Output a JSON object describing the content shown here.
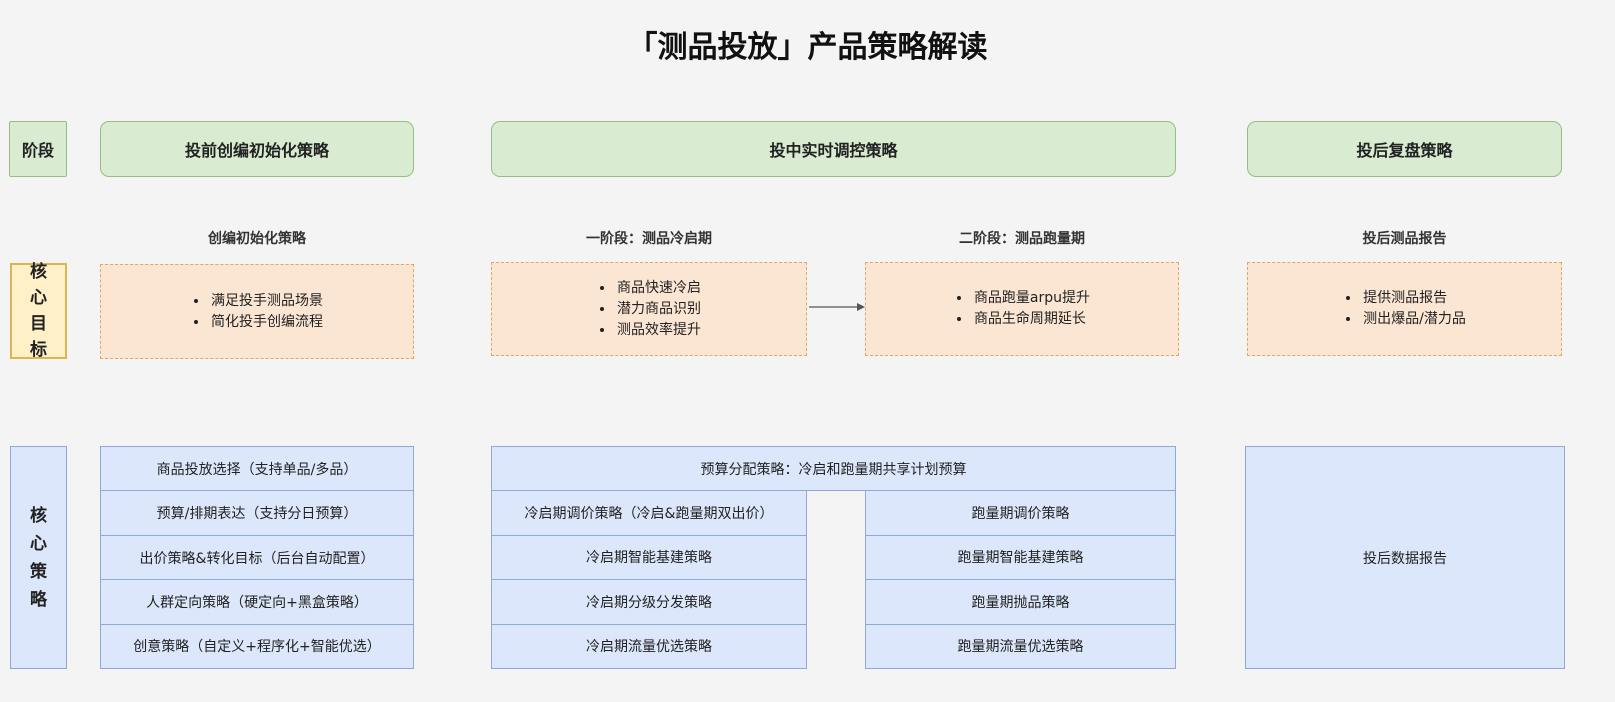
{
  "title": "「测品投放」产品策略解读",
  "row_labels": {
    "stage": "阶段",
    "goal": [
      "核",
      "心",
      "目",
      "标"
    ],
    "strategy": [
      "核",
      "心",
      "策",
      "略"
    ]
  },
  "stages": {
    "pre": "投前创编初始化策略",
    "mid": "投中实时调控策略",
    "post": "投后复盘策略"
  },
  "subtitles": {
    "pre": "创编初始化策略",
    "mid1": "一阶段：测品冷启期",
    "mid2": "二阶段：测品跑量期",
    "post": "投后测品报告"
  },
  "goals": {
    "pre": [
      "满足投手测品场景",
      "简化投手创编流程"
    ],
    "mid1": [
      "商品快速冷启",
      "潜力商品识别",
      "测品效率提升"
    ],
    "mid2": [
      "商品跑量arpu提升",
      "商品生命周期延长"
    ],
    "post": [
      "提供测品报告",
      "测出爆品/潜力品"
    ]
  },
  "strategies": {
    "pre": [
      "商品投放选择（支持单品/多品）",
      "预算/排期表达（支持分日预算）",
      "出价策略&转化目标（后台自动配置）",
      "人群定向策略（硬定向+黑盒策略）",
      "创意策略（自定义+程序化+智能优选）"
    ],
    "mid_shared": "预算分配策略：冷启和跑量期共享计划预算",
    "mid1": [
      "冷启期调价策略（冷启&跑量期双出价）",
      "冷启期智能基建策略",
      "冷启期分级分发策略",
      "冷启期流量优选策略"
    ],
    "mid2": [
      "跑量期调价策略",
      "跑量期智能基建策略",
      "跑量期抛品策略",
      "跑量期流量优选策略"
    ],
    "post": "投后数据报告"
  },
  "colors": {
    "stage_fill": "#d9ecd2",
    "goal_fill": "#fbe5d3",
    "strategy_fill": "#dce7fb",
    "goal_label_fill": "#fff0c8"
  }
}
